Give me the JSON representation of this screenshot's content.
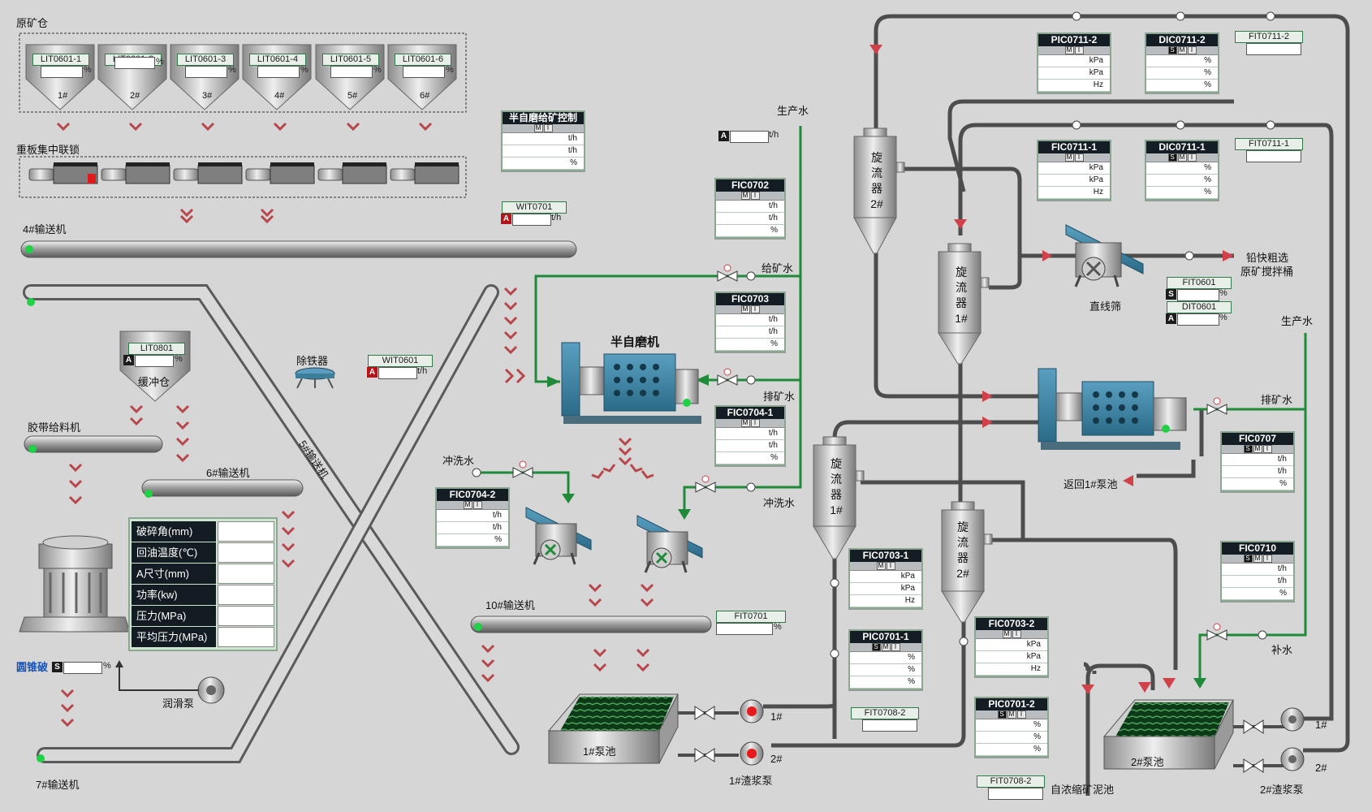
{
  "areas": {
    "ore_bin": "原矿仓",
    "apron_interlock": "重板集中联锁",
    "buffer_bin": "缓冲仓",
    "iron_remover": "除铁器",
    "sag_mill": "半自磨机",
    "linear_screen": "直线筛",
    "cone_crusher": "圆锥破",
    "lube_pump": "润滑泵",
    "pump_pool_1": "1#泵池",
    "pump_pool_2": "2#泵池",
    "slurry_pump_1": "1#渣浆泵",
    "slurry_pump_2": "2#渣浆泵",
    "to_lead_zinc": "铅快粗选",
    "to_lead_zinc_2": "原矿搅拌桶",
    "return_pump": "返回1#泵池",
    "thickener": "自浓缩矿泥池"
  },
  "conveyors": {
    "c4": "4#输送机",
    "c5": "5#输送机",
    "c6": "6#输送机",
    "c7": "7#输送机",
    "c10": "10#输送机",
    "belt_feeder": "胶带给料机"
  },
  "water_labels": {
    "prod_water_1": "生产水",
    "prod_water_2": "生产水",
    "feed_water": "给矿水",
    "discharge_water_1": "排矿水",
    "discharge_water_2": "排矿水",
    "wash_water_1": "冲洗水",
    "wash_water_2": "冲洗水",
    "makeup_water": "补水"
  },
  "bins": [
    {
      "tag": "LIT0601-1",
      "unit": "%",
      "name": "1#"
    },
    {
      "tag": "LIT0601-2",
      "unit": "%",
      "name": "2#"
    },
    {
      "tag": "LIT0601-3",
      "unit": "%",
      "name": "3#"
    },
    {
      "tag": "LIT0601-4",
      "unit": "%",
      "name": "4#"
    },
    {
      "tag": "LIT0601-5",
      "unit": "%",
      "name": "5#"
    },
    {
      "tag": "LIT0601-6",
      "unit": "%",
      "name": "6#"
    }
  ],
  "buffer": {
    "tag": "LIT0801",
    "mode": "A",
    "unit": "%"
  },
  "cyclones": {
    "c2_top": [
      "旋",
      "流",
      "器",
      "2#"
    ],
    "c1_top": [
      "旋",
      "流",
      "器",
      "1#"
    ],
    "c1_bot": [
      "旋",
      "流",
      "器",
      "1#"
    ],
    "c2_bot": [
      "旋",
      "流",
      "器",
      "2#"
    ]
  },
  "indicators": {
    "wit0701": {
      "tag": "WIT0701",
      "mode": "A",
      "unit": "t/h"
    },
    "wit0601": {
      "tag": "WIT0601",
      "mode": "A",
      "unit": "t/h"
    },
    "prod_water_flow": {
      "mode": "A",
      "unit": "t/h"
    },
    "fit0701": {
      "tag": "FIT0701",
      "unit": "%"
    },
    "fit0601": {
      "tag": "FIT0601",
      "mode": "S",
      "unit": "%"
    },
    "dit0601": {
      "tag": "DIT0601",
      "mode": "A",
      "unit": "%"
    },
    "fit0711_2": {
      "tag": "FIT0711-2"
    },
    "fit0711_1": {
      "tag": "FIT0711-1"
    },
    "fit0708_2a": {
      "tag": "FIT0708-2"
    },
    "fit0708_2b": {
      "tag": "FIT0708-2"
    },
    "cone_mode": {
      "mode": "S",
      "unit": "%"
    }
  },
  "faceplates": {
    "sag_feed": {
      "title": "半自磨给矿控制",
      "units": [
        "t/h",
        "t/h",
        "%"
      ]
    },
    "fic0702": {
      "title": "FIC0702",
      "units": [
        "t/h",
        "t/h",
        "%"
      ]
    },
    "fic0703": {
      "title": "FIC0703",
      "units": [
        "t/h",
        "t/h",
        "%"
      ]
    },
    "fic0704_1": {
      "title": "FIC0704-1",
      "units": [
        "t/h",
        "t/h",
        "%"
      ]
    },
    "fic0704_2": {
      "title": "FIC0704-2",
      "units": [
        "t/h",
        "t/h",
        "%"
      ]
    },
    "pic0711_2": {
      "title": "PIC0711-2",
      "units": [
        "kPa",
        "kPa",
        "Hz"
      ]
    },
    "dic0711_2": {
      "title": "DIC0711-2",
      "units": [
        "%",
        "%",
        "%"
      ]
    },
    "fic0711_1": {
      "title": "FIC0711-1",
      "units": [
        "kPa",
        "kPa",
        "Hz"
      ]
    },
    "dic0711_1": {
      "title": "DIC0711-1",
      "units": [
        "%",
        "%",
        "%"
      ]
    },
    "fic0707": {
      "title": "FIC0707",
      "units": [
        "t/h",
        "t/h",
        "%"
      ]
    },
    "fic0710": {
      "title": "FIC0710",
      "units": [
        "t/h",
        "t/h",
        "%"
      ]
    },
    "fic0703_1": {
      "title": "FIC0703-1",
      "units": [
        "kPa",
        "kPa",
        "Hz"
      ]
    },
    "pic0701_1": {
      "title": "PIC0701-1",
      "units": [
        "%",
        "%",
        "%"
      ]
    },
    "fic0703_2": {
      "title": "FIC0703-2",
      "units": [
        "kPa",
        "kPa",
        "Hz"
      ]
    },
    "pic0701_2": {
      "title": "PIC0701-2",
      "units": [
        "%",
        "%",
        "%"
      ]
    }
  },
  "mode_buttons": {
    "s": "S",
    "m": "M",
    "i": "I"
  },
  "crusher_params": [
    {
      "label": "破碎角(mm)",
      "value": ""
    },
    {
      "label": "回油温度(℃)",
      "value": ""
    },
    {
      "label": "A尺寸(mm)",
      "value": ""
    },
    {
      "label": "功率(kw)",
      "value": ""
    },
    {
      "label": "压力(MPa)",
      "value": ""
    },
    {
      "label": "平均压力(MPa)",
      "value": ""
    }
  ],
  "pump_nums": {
    "p1a": "1#",
    "p2a": "2#",
    "p1b": "1#",
    "p2b": "2#"
  },
  "colors": {
    "pipe": "#4d4d4d",
    "water": "#1f8a3a",
    "arrow": "#b8474b",
    "equipment": "#3d7f9b"
  }
}
